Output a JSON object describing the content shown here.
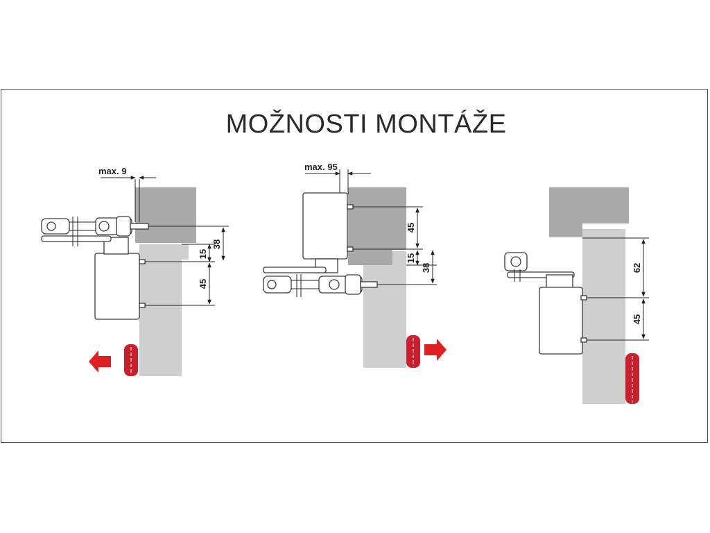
{
  "title": "MOŽNOSTI MONTÁŽE",
  "colors": {
    "frame_gray": "#a9a9a9",
    "door_gray": "#cfcfcf",
    "hinge_red": "#c8202c",
    "arrow_red": "#e02020"
  },
  "variants": [
    {
      "offset_label": "max. 9",
      "dims": [
        "38",
        "15",
        "45"
      ],
      "arrow": "left"
    },
    {
      "offset_label": "max. 95",
      "dims": [
        "45",
        "15",
        "38"
      ],
      "arrow": "right"
    },
    {
      "dims": [
        "62",
        "45"
      ]
    }
  ]
}
